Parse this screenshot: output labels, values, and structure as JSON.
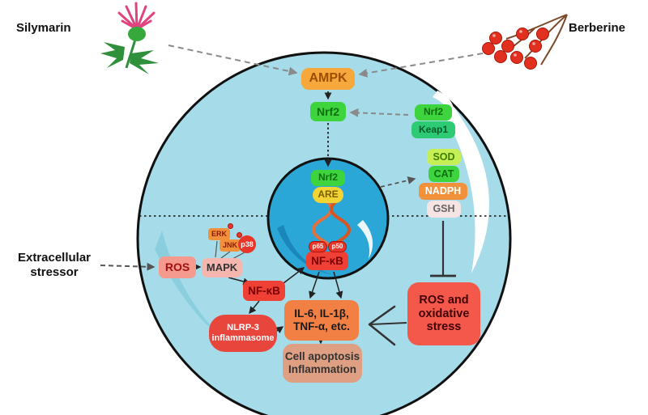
{
  "labels": {
    "silymarin": "Silymarin",
    "berberine": "Berberine",
    "ampk": "AMPK",
    "nrf2_cyto": "Nrf2",
    "nrf2_keap1": {
      "nrf2": "Nrf2",
      "keap1": "Keap1"
    },
    "nucleus": {
      "nrf2": "Nrf2",
      "are": "ARE",
      "p65": "p65",
      "p50": "p50",
      "nfkb": "NF-κB"
    },
    "antioxidants": [
      "SOD",
      "CAT",
      "NADPH",
      "GSH"
    ],
    "extracellular_stressor": "Extracellular\nstressor",
    "ros": "ROS",
    "mapk": "MAPK",
    "kinases": {
      "erk": "ERK",
      "jnk": "JNK",
      "p38": "p38"
    },
    "nfkb_cyto": "NF-κB",
    "nlrp3": "NLRP-3\ninflammasome",
    "cytokines": "IL-6, IL-1β,\nTNF-α, etc.",
    "outcome": "Cell apoptosis\nInflammation",
    "ros_oxidative_stress": "ROS and\noxidative\nstress"
  },
  "colors": {
    "cell": "#a6dce9",
    "nucleus": "#2aa7d6",
    "ampk": "#f6a83c",
    "nrf2_green": "#3ed43e",
    "keap1_green": "#2ccb74",
    "are_yellow": "#f2d435",
    "sod_lime": "#c6ef55",
    "nadph_orange": "#f2913c",
    "gsh_pink": "#f6e4e4",
    "red_node": "#ee4035",
    "cytokine_orange": "#f28044",
    "outcome_tan": "#df9f82",
    "ros_stress_red": "#f4584a",
    "arrow_gray": "#8a8a8a",
    "arrow_black": "#222222"
  }
}
